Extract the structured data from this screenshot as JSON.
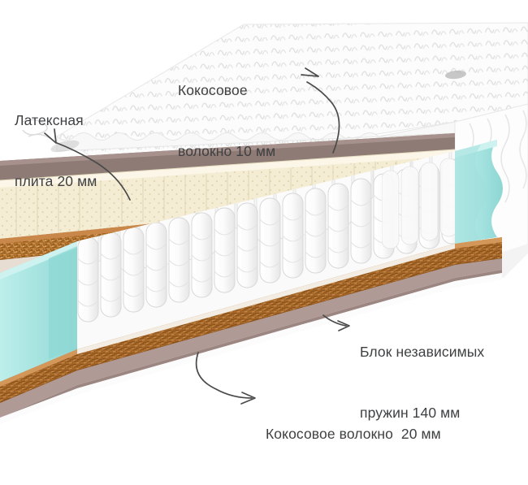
{
  "diagram": {
    "subject": "mattress-cutaway",
    "background_color": "#ffffff",
    "text_color": "#3f4042",
    "labels": [
      {
        "id": "latex",
        "line1": "Латексная",
        "line2": "плита 20 мм",
        "arrow": "curved-arrow-up-left"
      },
      {
        "id": "coir10",
        "line1": "Кокосовое",
        "line2": "волокно 10 мм",
        "arrow": "curved-arrow-up-left"
      },
      {
        "id": "springs",
        "line1": "Блок независимых",
        "line2": "пружин 140 мм",
        "arrow": "curved-arrow-right"
      },
      {
        "id": "coir20",
        "line1": "Кокосовое волокно  20 мм",
        "line2": "",
        "arrow": "curved-arrow-down-right"
      }
    ],
    "layers": [
      {
        "name": "quilted-cover",
        "color": "#fbfbfb"
      },
      {
        "name": "felt-pad",
        "color": "#8f7b76"
      },
      {
        "name": "latex-slab",
        "color": "#f4ecd3"
      },
      {
        "name": "coconut-coir-upper",
        "color": "#b5762f"
      },
      {
        "name": "pocket-spring-block",
        "color": "#f4f4f4"
      },
      {
        "name": "coconut-coir-lower",
        "color": "#b5762f"
      },
      {
        "name": "side-support-block",
        "color": "#a6e3e0"
      },
      {
        "name": "base-board",
        "color": "#b09a96"
      }
    ]
  }
}
